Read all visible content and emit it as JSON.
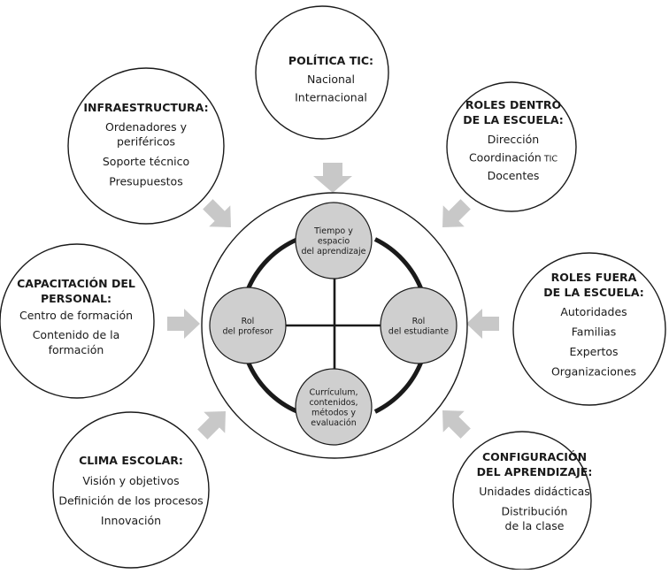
{
  "outer_nodes": [
    {
      "id": "politica-tic",
      "title": [
        "POLÍTICA TIC:"
      ],
      "items": [
        [
          "Nacional"
        ],
        [
          "Internacional"
        ]
      ]
    },
    {
      "id": "roles-dentro",
      "title": [
        "ROLES DENTRO",
        "DE LA ESCUELA:"
      ],
      "items": [
        [
          "Dirección"
        ],
        [
          "Coordinación"
        ],
        [
          "Docentes"
        ]
      ],
      "items_suffix": [
        "",
        "TIC",
        ""
      ]
    },
    {
      "id": "roles-fuera",
      "title": [
        "ROLES FUERA",
        "DE LA ESCUELA:"
      ],
      "items": [
        [
          "Autoridades"
        ],
        [
          "Familias"
        ],
        [
          "Expertos"
        ],
        [
          "Organizaciones"
        ]
      ]
    },
    {
      "id": "configuracion",
      "title": [
        "CONFIGURACIÓN",
        "DEL APRENDIZAJE:"
      ],
      "items": [
        [
          "Unidades didácticas"
        ],
        [
          "Distribución",
          "de la clase"
        ]
      ]
    },
    {
      "id": "clima-escolar",
      "title": [
        "CLIMA ESCOLAR:"
      ],
      "items": [
        [
          "Visión y objetivos"
        ],
        [
          "Definición de los procesos"
        ],
        [
          "Innovación"
        ]
      ]
    },
    {
      "id": "capacitacion",
      "title": [
        "CAPACITACIÓN DEL",
        "PERSONAL:"
      ],
      "items": [
        [
          "Centro de formación"
        ],
        [
          "Contenido de la",
          "formación"
        ]
      ]
    },
    {
      "id": "infraestructura",
      "title": [
        "INFRAESTRUCTURA:"
      ],
      "items": [
        [
          "Ordenadores y",
          "periféricos"
        ],
        [
          "Soporte técnico"
        ],
        [
          "Presupuestos"
        ]
      ]
    }
  ],
  "inner_nodes": [
    {
      "id": "tiempo",
      "lines": [
        "Tiempo y",
        "espacio",
        "del aprendizaje"
      ]
    },
    {
      "id": "profesor",
      "lines": [
        "Rol",
        "del profesor"
      ]
    },
    {
      "id": "estudiante",
      "lines": [
        "Rol",
        "del estudiante"
      ]
    },
    {
      "id": "curriculum",
      "lines": [
        "Currículum,",
        "contenidos,",
        "métodos y",
        "evaluación"
      ]
    }
  ],
  "colors": {
    "arrow": "#c8c8c8",
    "inner_node": "#cfcfcf",
    "stroke": "#1a1a1a"
  }
}
